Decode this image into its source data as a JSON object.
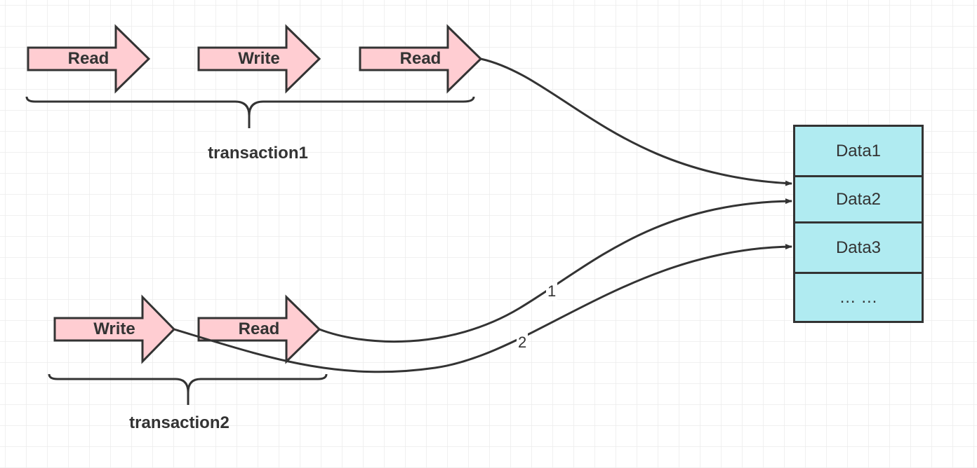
{
  "transaction1": {
    "label": "transaction1",
    "ops": [
      "Read",
      "Write",
      "Read"
    ]
  },
  "transaction2": {
    "label": "transaction2",
    "ops": [
      "Write",
      "Read"
    ]
  },
  "data_rows": [
    "Data1",
    "Data2",
    "Data3",
    "… …"
  ],
  "edge_labels": [
    "1",
    "2"
  ],
  "colors": {
    "arrow_fill": "#ffcdd2",
    "data_fill": "#b0ebf1",
    "stroke": "#333333"
  }
}
